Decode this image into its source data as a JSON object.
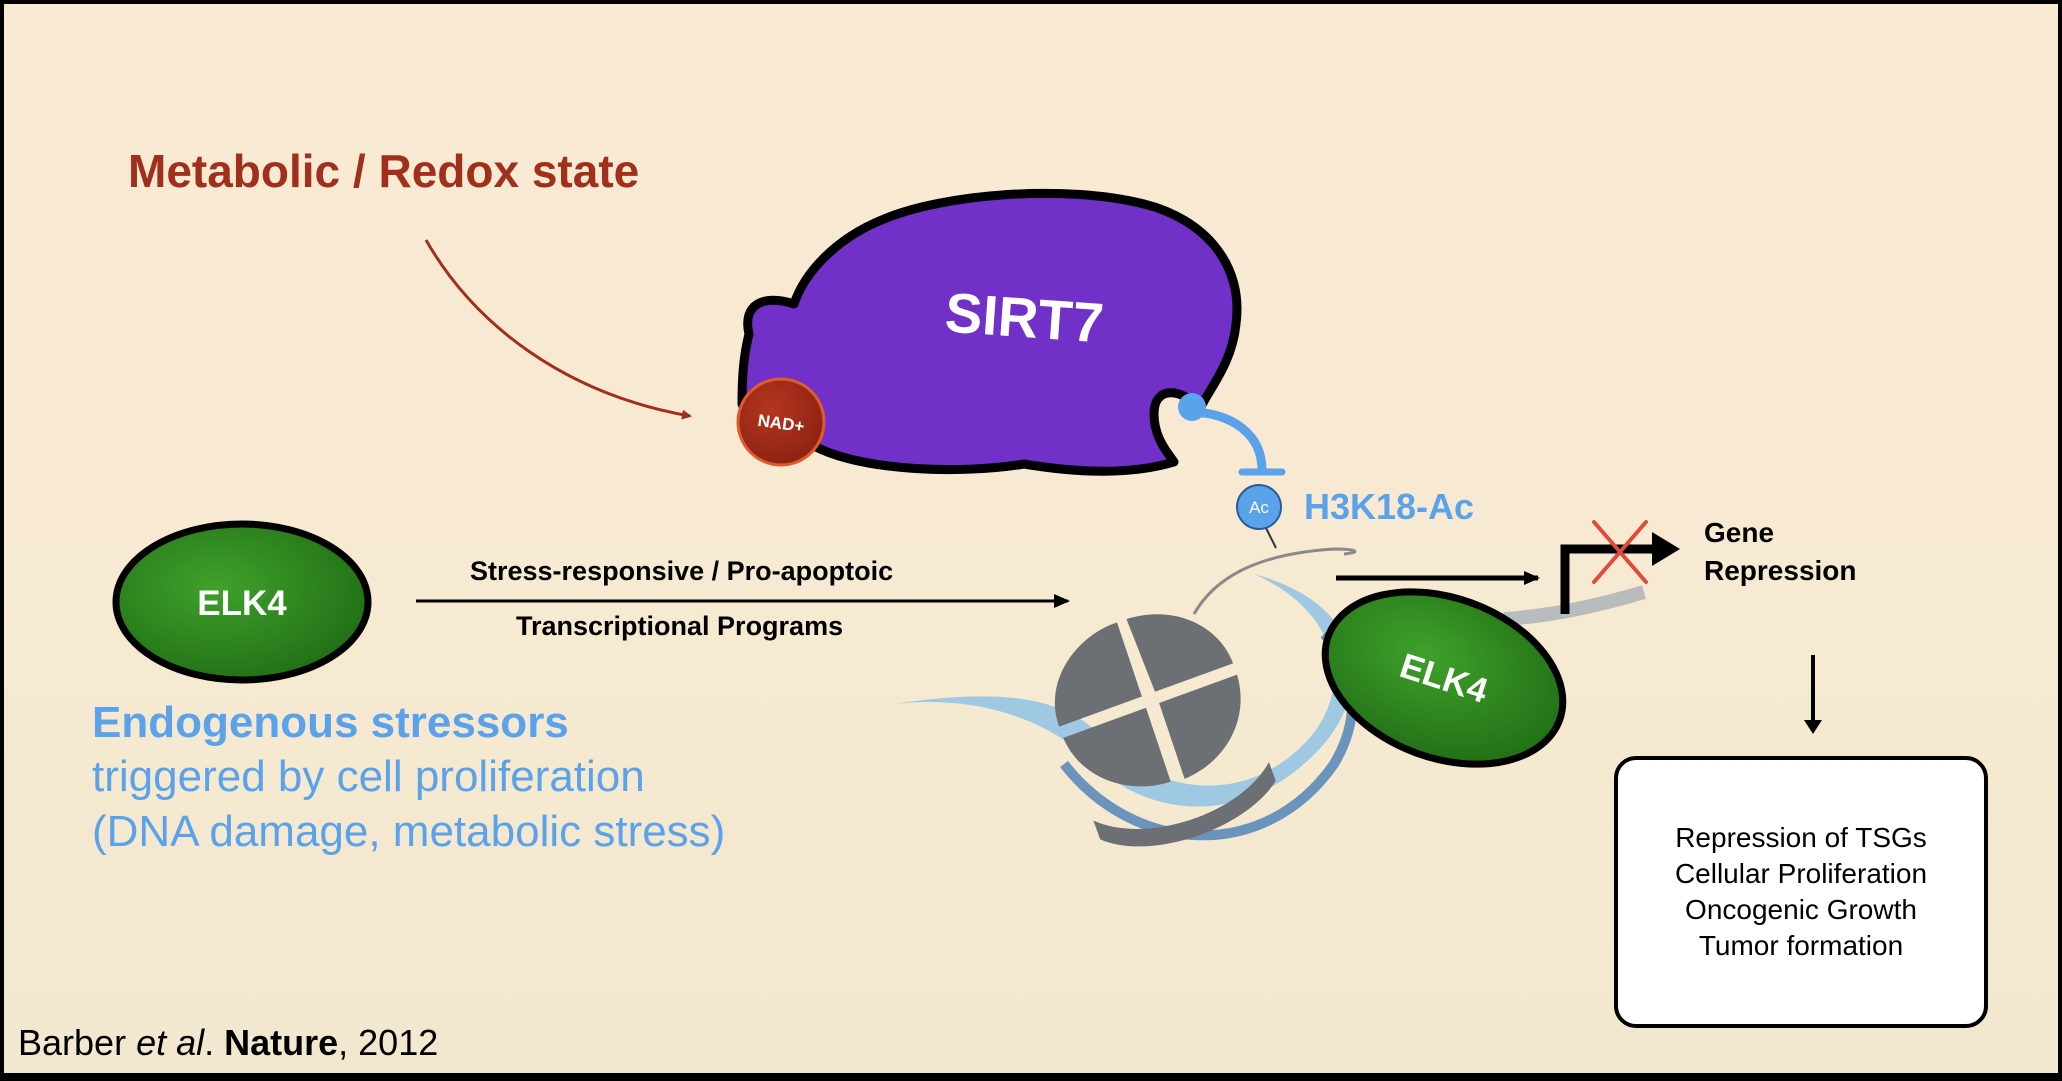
{
  "metabolic_label": "Metabolic / Redox state",
  "sirt7_label": "SIRT7",
  "nad_label": "NAD+",
  "ac_label": "Ac",
  "h3k18_label": "H3K18-Ac",
  "elk4_left_label": "ELK4",
  "elk4_right_label": "ELK4",
  "program_line1": "Stress-responsive / Pro-apoptoic",
  "program_line2": "Transcriptional Programs",
  "gene_line1": "Gene",
  "gene_line2": "Repression",
  "stressors": {
    "title": "Endogenous stressors",
    "line1": "triggered by cell proliferation",
    "line2": "(DNA damage, metabolic stress)"
  },
  "outcomes": [
    "Repression of TSGs",
    "Cellular Proliferation",
    "Oncogenic Growth",
    "Tumor formation"
  ],
  "citation": {
    "author": "Barber ",
    "etal": "et al",
    "dot": ". ",
    "journal": "Nature",
    "year": ", 2012"
  },
  "colors": {
    "metabolic": "#a0301c",
    "sirt7": "#7131c9",
    "nad": "#a52a18",
    "elk4": "#2b8a1f",
    "stressors": "#5aa2ea",
    "inhibit_x": "#e04a3a"
  }
}
